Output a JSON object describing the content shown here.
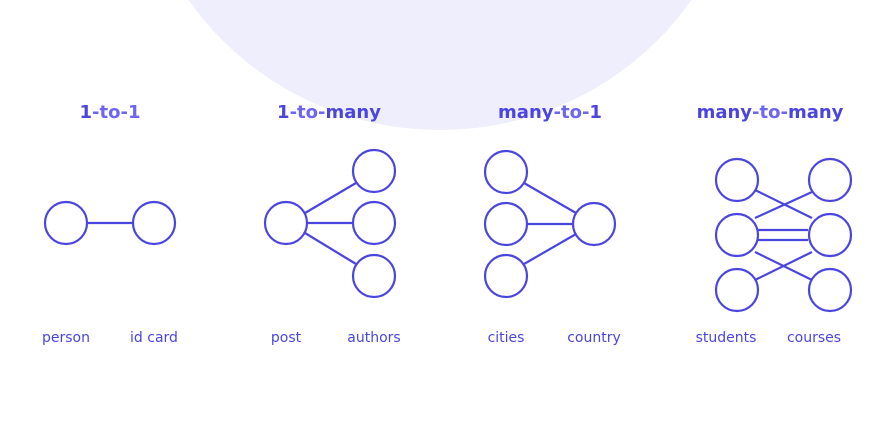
{
  "colors": {
    "accent": "#4B45E0",
    "accent_light": "#6C66F0",
    "background_blob": "#EEEEFC",
    "node_fill": "#FFFFFF"
  },
  "diagrams": [
    {
      "id": "one-to-one",
      "title": {
        "part1": "1",
        "sep1": "-to-",
        "part2": "1"
      },
      "left_label": "person",
      "right_label": "id card"
    },
    {
      "id": "one-to-many",
      "title": {
        "part1": "1",
        "sep1": "-to-",
        "part2": "many"
      },
      "left_label": "post",
      "right_label": "authors"
    },
    {
      "id": "many-to-one",
      "title": {
        "part1": "many",
        "sep1": "-to-",
        "part2": "1"
      },
      "left_label": "cities",
      "right_label": "country"
    },
    {
      "id": "many-to-many",
      "title": {
        "part1": "many",
        "sep1": "-to-",
        "part2": "many"
      },
      "left_label": "students",
      "right_label": "courses"
    }
  ]
}
